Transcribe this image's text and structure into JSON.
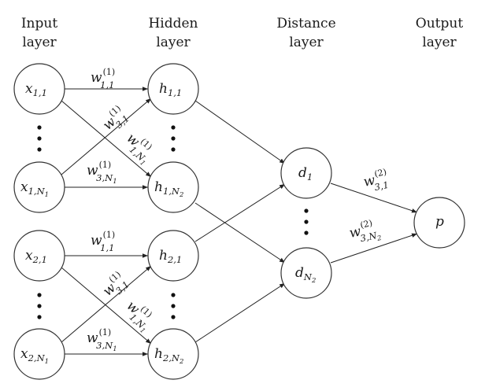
{
  "layers": {
    "input": {
      "line1": "Input",
      "line2": "layer"
    },
    "hidden": {
      "line1": "Hidden",
      "line2": "layer"
    },
    "distance": {
      "line1": "Distance",
      "line2": "layer"
    },
    "output": {
      "line1": "Output",
      "line2": "layer"
    }
  },
  "nodes": {
    "x11": {
      "base": "x",
      "sub": "1,1",
      "subsub": ""
    },
    "x1N1": {
      "base": "x",
      "sub": "1,N",
      "subsub": "1"
    },
    "x21": {
      "base": "x",
      "sub": "2,1",
      "subsub": ""
    },
    "x2N1": {
      "base": "x",
      "sub": "2,N",
      "subsub": "1"
    },
    "h11": {
      "base": "h",
      "sub": "1,1",
      "subsub": ""
    },
    "h1N2": {
      "base": "h",
      "sub": "1,N",
      "subsub": "2"
    },
    "h21": {
      "base": "h",
      "sub": "2,1",
      "subsub": ""
    },
    "h2N2": {
      "base": "h",
      "sub": "2,N",
      "subsub": "2"
    },
    "d1": {
      "base": "d",
      "sub": "1",
      "subsub": ""
    },
    "dN2": {
      "base": "d",
      "sub": "N",
      "subsub": "2"
    },
    "p": {
      "base": "p",
      "sub": "",
      "subsub": ""
    }
  },
  "weights": {
    "w11": {
      "base": "w",
      "sup": "(1)",
      "sub": "1,1",
      "subsub": ""
    },
    "w31": {
      "base": "w",
      "sup": "(1)",
      "sub": "3,1",
      "subsub": ""
    },
    "w1N1": {
      "base": "w",
      "sup": "(1)",
      "sub": "1,N",
      "subsub": "1"
    },
    "w3N1": {
      "base": "w",
      "sup": "(1)",
      "sub": "3,N",
      "subsub": "1"
    },
    "w31o": {
      "base": "w",
      "sup": "(2)",
      "sub": "3,1",
      "subsub": ""
    },
    "w3N2o": {
      "base": "w",
      "sup": "(2)",
      "sub": "3,N",
      "subsub": "2"
    }
  }
}
